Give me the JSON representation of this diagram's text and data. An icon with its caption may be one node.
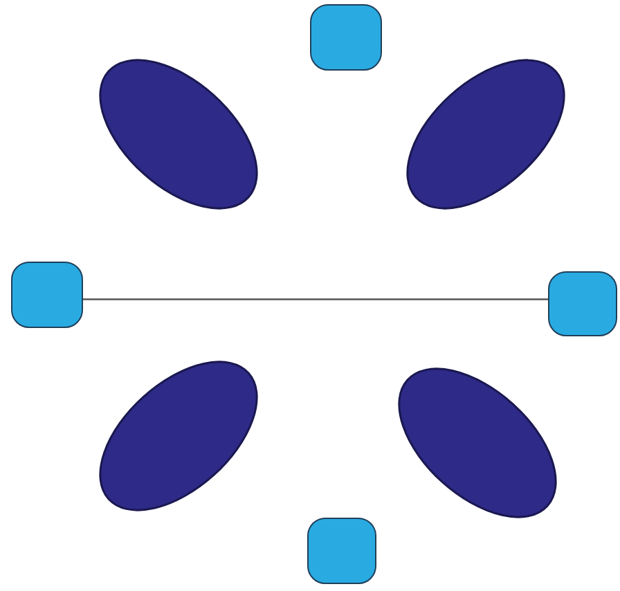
{
  "diagram": {
    "nodes": [
      {
        "text": [],
        "shape": "box"
      },
      {
        "text": [],
        "shape": "ellipse"
      },
      {
        "text": [],
        "shape": "ellipse"
      },
      {
        "text": [],
        "shape": "box"
      },
      {
        "text": [],
        "shape": "box"
      },
      {
        "text": [],
        "shape": "ellipse"
      },
      {
        "text": [],
        "shape": "ellipse"
      },
      {
        "text": [],
        "shape": "box"
      }
    ],
    "edges": [
      {
        "from": 3,
        "to": 4,
        "arrow": "none"
      }
    ]
  }
}
